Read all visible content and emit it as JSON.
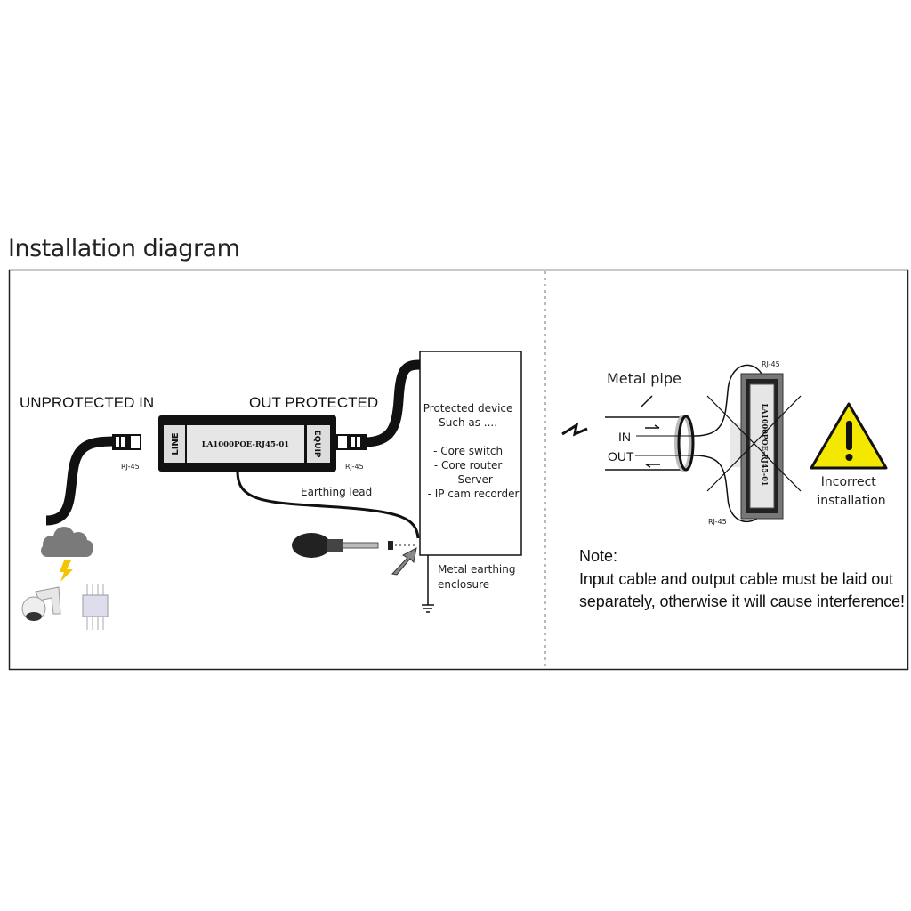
{
  "title": "Installation diagram",
  "left": {
    "unprotected_in": "UNPROTECTED IN",
    "out_protected": "OUT PROTECTED",
    "rj45_left": "RJ-45",
    "rj45_right": "RJ-45",
    "device_line": "LINE",
    "device_model": "LA1000POE-RJ45-01",
    "device_equip": "EQUIP",
    "earthing_lead": "Earthing lead",
    "protected_device": [
      "Protected device",
      "Such as ....",
      "- Core switch",
      "- Core router",
      "- Server",
      "- IP cam recorder"
    ],
    "metal_enclosure": [
      "Metal earthing",
      "enclosure"
    ]
  },
  "right": {
    "metal_pipe": "Metal pipe",
    "in_label": "IN",
    "out_label": "OUT",
    "rj45_top": "RJ-45",
    "rj45_bottom": "RJ-45",
    "device_model": "LA1000POE-RJ45-01",
    "warning": [
      "Incorrect",
      "installation"
    ],
    "note_title": "Note:",
    "note_lines": [
      "Input cable and output cable must be laid out",
      "separately, otherwise it will cause interference!"
    ]
  },
  "colors": {
    "warning_yellow": "#f5e800",
    "lightning": "#f5c400",
    "cloud": "#7a7a7a"
  }
}
